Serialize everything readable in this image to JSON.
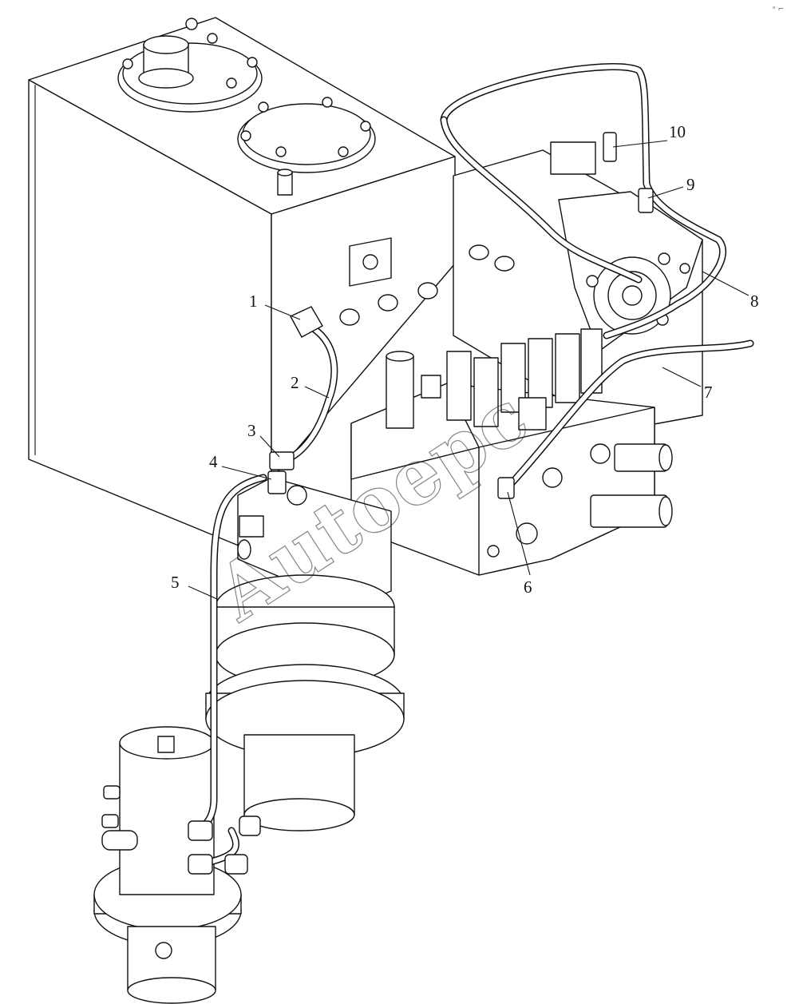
{
  "callouts": [
    {
      "id": "1",
      "label": "1"
    },
    {
      "id": "2",
      "label": "2"
    },
    {
      "id": "3",
      "label": "3"
    },
    {
      "id": "4",
      "label": "4"
    },
    {
      "id": "5",
      "label": "5"
    },
    {
      "id": "6",
      "label": "6"
    },
    {
      "id": "7",
      "label": "7"
    },
    {
      "id": "8",
      "label": "8"
    },
    {
      "id": "9",
      "label": "9"
    },
    {
      "id": "10",
      "label": "10"
    }
  ],
  "watermark": "Autoepc",
  "corner_glyph": "ᵒ ⌐"
}
